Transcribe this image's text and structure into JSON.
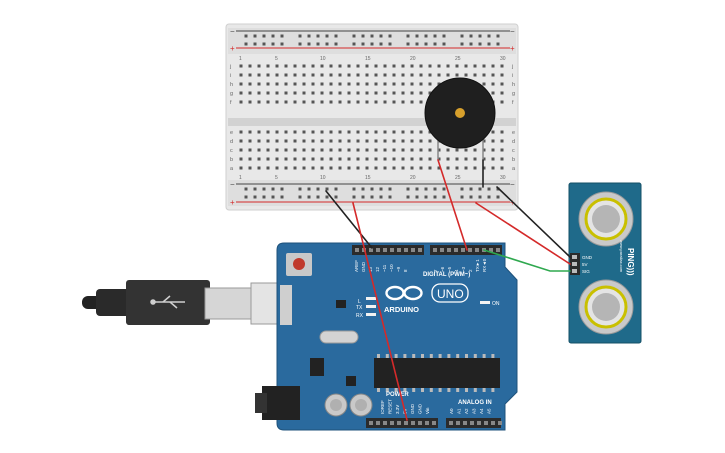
{
  "breadboard": {
    "rows_top": [
      "j",
      "i",
      "h",
      "g",
      "f"
    ],
    "rows_bottom": [
      "e",
      "d",
      "c",
      "b",
      "a"
    ],
    "column_numbers": [
      "1",
      "",
      "",
      "",
      "5",
      "",
      "",
      "",
      "",
      "10",
      "",
      "",
      "",
      "",
      "15",
      "",
      "",
      "",
      "",
      "20",
      "",
      "",
      "",
      "",
      "25",
      "",
      "",
      "",
      "",
      "30"
    ],
    "rail_plus": "+",
    "rail_minus": "−"
  },
  "arduino": {
    "brand": "ARDUINO",
    "model": "UNO",
    "digital_label": "DIGITAL (PWM~)",
    "power_label": "POWER",
    "analog_label": "ANALOG IN",
    "on_label": "ON",
    "l_label": "L",
    "tx_label": "TX",
    "rx_label": "RX",
    "aref_label": "AREF",
    "gnd_label": "GND",
    "digital_pins": [
      "13",
      "12",
      "~11",
      "~10",
      "~9",
      "8",
      "7",
      "~6",
      "~5",
      "4",
      "~3",
      "2",
      "TX►1",
      "RX◄0"
    ],
    "power_pins": [
      "IOREF",
      "RESET",
      "3.3V",
      "5V",
      "GND",
      "GND",
      "Vin"
    ],
    "analog_pins": [
      "A0",
      "A1",
      "A2",
      "A3",
      "A4",
      "A5"
    ]
  },
  "sensor": {
    "name": "PING)))",
    "brand": "www.parallax.com",
    "pins": [
      "GND",
      "5V",
      "SIG"
    ]
  },
  "colors": {
    "board_blue": "#2a6a9e",
    "wire_red": "#d42a2a",
    "wire_black": "#222222",
    "wire_green": "#2fa84f",
    "breadboard": "#e6e6e6",
    "sensor_blue": "#1f6a8a"
  }
}
